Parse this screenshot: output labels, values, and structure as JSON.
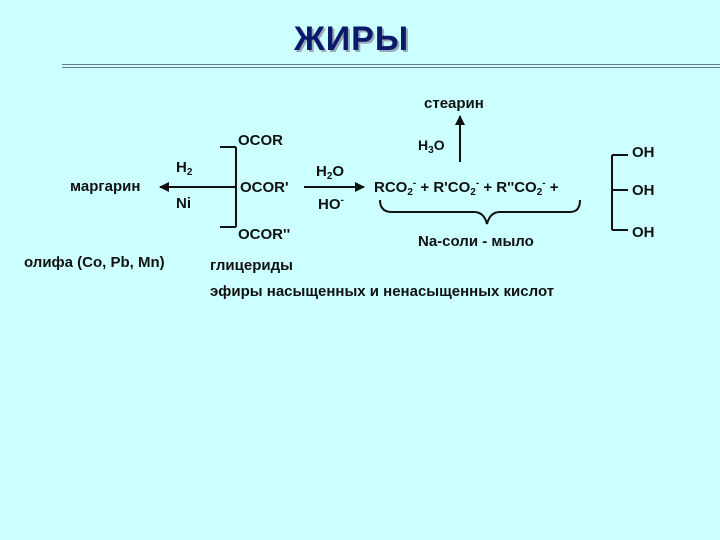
{
  "title": "ЖИРЫ",
  "labels": {
    "stearin": "стеарин",
    "margarin": "маргарин",
    "olifa": "олифа (Co, Pb, Mn)",
    "glycerides": "глицериды",
    "esters": "эфиры насыщенных и ненасыщенных кислот",
    "na_soap": "Na-соли - мыло"
  },
  "triglyceride": {
    "ocor_top": "OCOR",
    "ocor_mid": "OCOR'",
    "ocor_bottom": "OCOR''"
  },
  "reagents": {
    "h2_main": "H",
    "h2_sub": "2",
    "ni": "Ni",
    "h2o_left": "H",
    "h2o_sub": "2",
    "h2o_right": "O",
    "ho_main": "HO",
    "ho_sup": "-",
    "h3o_left": "H",
    "h3o_sub": "3",
    "h3o_right": "O"
  },
  "products": {
    "r1": "RCO",
    "r2": " + R'CO",
    "r3": " + R''CO",
    "sub": "2",
    "sup": "-",
    "tail": " +"
  },
  "glycerol": {
    "oh_top": "OH",
    "oh_mid": "OH",
    "oh_bottom": "OH"
  }
}
